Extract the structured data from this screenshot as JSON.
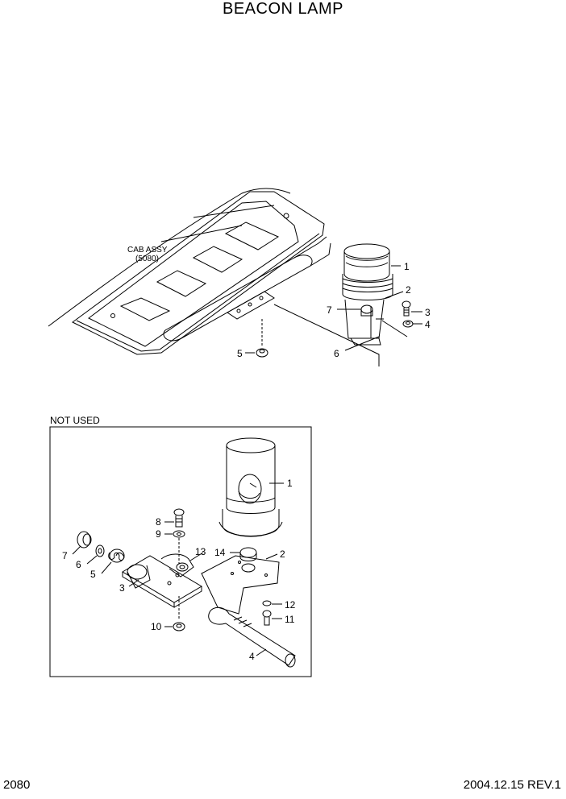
{
  "title": "BEACON LAMP",
  "page_number": "2080",
  "revision": "2004.12.15  REV.1",
  "upper": {
    "cab_label_line1": "CAB ASSY",
    "cab_label_line2": "(5080)",
    "callouts": [
      "1",
      "2",
      "3",
      "4",
      "5",
      "6",
      "7"
    ]
  },
  "lower": {
    "box_title": "NOT USED",
    "callouts": [
      "1",
      "2",
      "3",
      "4",
      "5",
      "6",
      "7",
      "8",
      "9",
      "10",
      "11",
      "12",
      "13",
      "14"
    ]
  }
}
